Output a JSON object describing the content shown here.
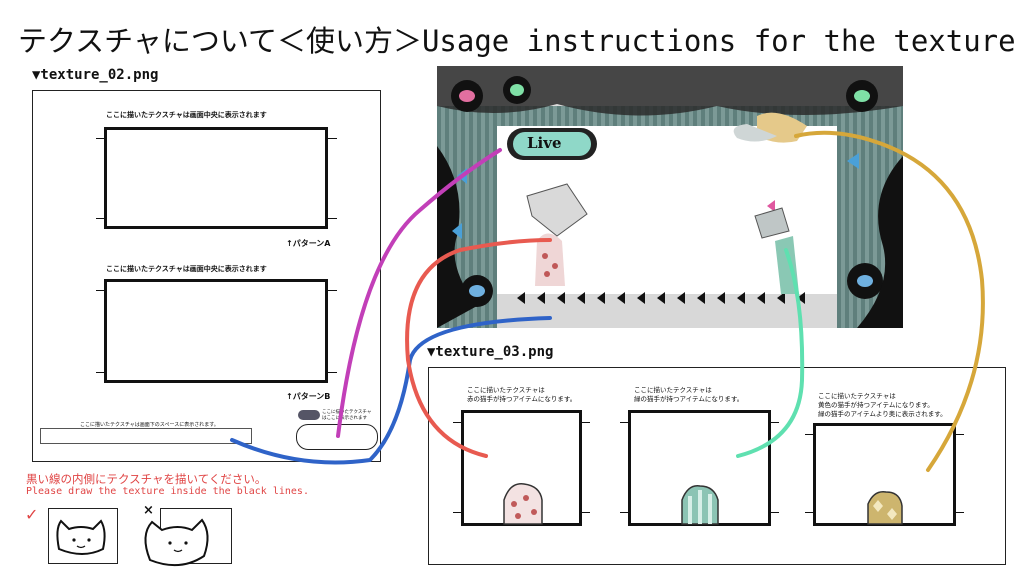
{
  "header": {
    "title": "テクスチャについて＜使い方＞Usage instructions for the texture"
  },
  "left_sheet": {
    "filename": "▼texture_02.png",
    "caption_a": "ここに描いたテクスチャは画面中央に表示されます",
    "pattern_a": "↑パターンA",
    "caption_b": "ここに描いたテクスチャは画面中央に表示されます",
    "pattern_b": "↑パターンB",
    "bottom_strip_caption": "ここに描いたテクスチャは画面下のスペースに表示されます。",
    "badge_caption": "ここに描いたテクスチャはここに表示されます"
  },
  "right_sheet": {
    "filename": "▼texture_03.png",
    "caption_1": "ここに描いたテクスチャは\n赤の猫手が持つアイテムになります。",
    "caption_2": "ここに描いたテクスチャは\n緑の猫手が持つアイテムになります。",
    "caption_3": "ここに描いたテクスチャは\n黄色の猫手が持つアイテムになります。\n緑の猫手のアイテムより奥に表示されます。"
  },
  "preview": {
    "sign_text": "Live"
  },
  "instructions": {
    "jp": "黒い線の内側にテクスチャを描いてください。",
    "en": "Please draw the texture inside the black lines.",
    "good_mark": "✓",
    "bad_mark": "×"
  },
  "colors": {
    "magenta": "#c23fb8",
    "blue": "#2f63c8",
    "red": "#e85a50",
    "green": "#5fe0b0",
    "gold": "#d6a73a",
    "note": "#e04545"
  }
}
